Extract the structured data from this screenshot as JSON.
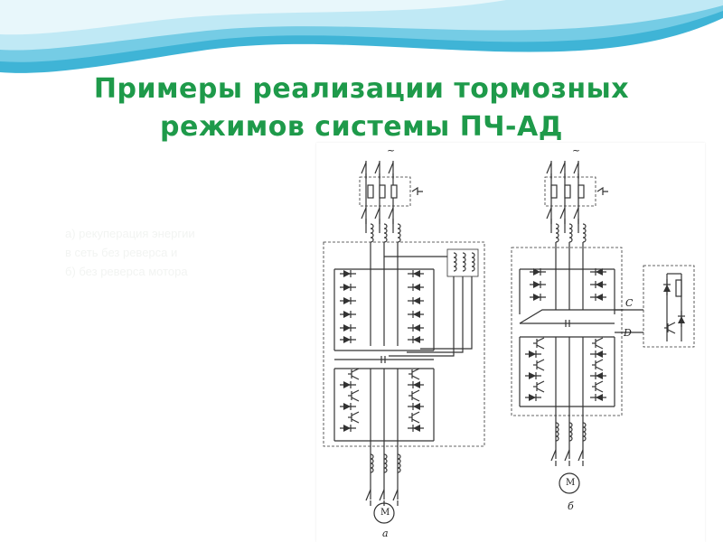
{
  "slide": {
    "title_line1": "Примеры реализации тормозных",
    "title_line2": "режимов системы ПЧ-АД",
    "faded_text": [
      "а) рекуперация энергии",
      "в сеть без реверса и",
      "б) без реверса мотора"
    ]
  },
  "diagram": {
    "ac_symbol": "~",
    "motor_label": "M",
    "fig_a_caption": "а",
    "fig_b_caption": "б",
    "node_c": "C",
    "node_d": "D"
  }
}
